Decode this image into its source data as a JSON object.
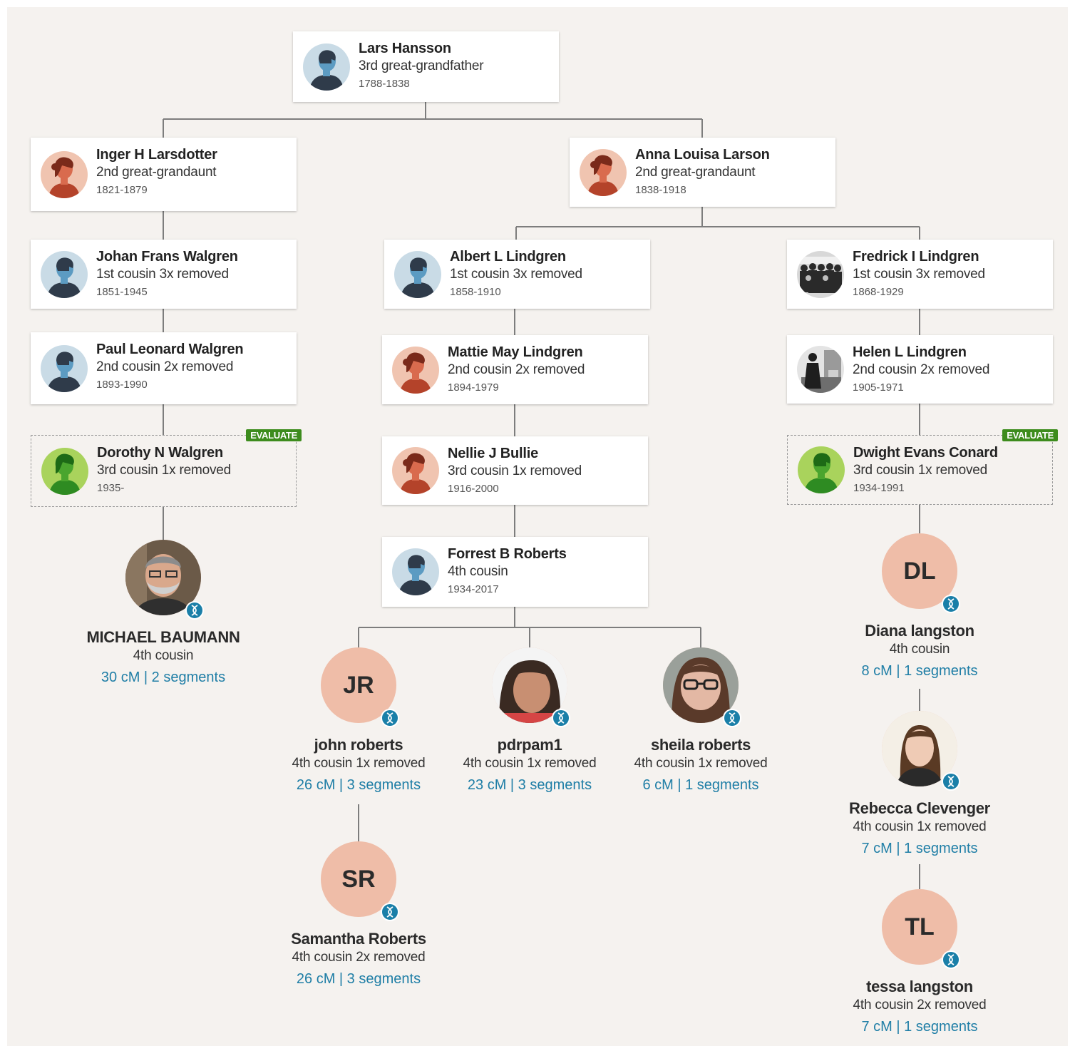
{
  "colors": {
    "background": "#f5f2ef",
    "line": "#7d7d7d",
    "badge": "#3d8c1d",
    "link": "#1f7ea6",
    "initials_circle": "#efbda8",
    "dna_badge": "#1a7fa8"
  },
  "ancestors": [
    {
      "name": "Lars Hansson",
      "relationship": "3rd great-grandfather",
      "years": "1788-1838",
      "avatar_icon": "male-silhouette-icon"
    },
    {
      "name": "Inger H Larsdotter",
      "relationship": "2nd great-grandaunt",
      "years": "1821-1879",
      "avatar_icon": "female-silhouette-icon"
    },
    {
      "name": "Anna Louisa Larson",
      "relationship": "2nd great-grandaunt",
      "years": "1838-1918",
      "avatar_icon": "female-silhouette-icon"
    },
    {
      "name": "Johan Frans Walgren",
      "relationship": "1st cousin 3x removed",
      "years": "1851-1945",
      "avatar_icon": "male-silhouette-icon"
    },
    {
      "name": "Albert L Lindgren",
      "relationship": "1st cousin 3x removed",
      "years": "1858-1910",
      "avatar_icon": "male-silhouette-icon"
    },
    {
      "name": "Fredrick I Lindgren",
      "relationship": "1st cousin 3x removed",
      "years": "1868-1929",
      "avatar_icon": "group-photo-icon"
    },
    {
      "name": "Paul Leonard Walgren",
      "relationship": "2nd cousin 2x removed",
      "years": "1893-1990",
      "avatar_icon": "male-silhouette-icon"
    },
    {
      "name": "Mattie May Lindgren",
      "relationship": "2nd cousin 2x removed",
      "years": "1894-1979",
      "avatar_icon": "female-silhouette-icon"
    },
    {
      "name": "Helen L Lindgren",
      "relationship": "2nd cousin 2x removed",
      "years": "1905-1971",
      "avatar_icon": "bw-photo-icon"
    },
    {
      "name": "Dorothy N Walgren",
      "relationship": "3rd cousin 1x removed",
      "years": "1935-",
      "avatar_icon": "green-silhouette-icon",
      "badge": "EVALUATE"
    },
    {
      "name": "Nellie J Bullie",
      "relationship": "3rd cousin 1x removed",
      "years": "1916-2000",
      "avatar_icon": "female-silhouette-icon"
    },
    {
      "name": "Dwight Evans Conard",
      "relationship": "3rd cousin 1x removed",
      "years": "1934-1991",
      "avatar_icon": "green-silhouette-icon",
      "badge": "EVALUATE"
    },
    {
      "name": "Forrest B Roberts",
      "relationship": "4th cousin",
      "years": "1934-2017",
      "avatar_icon": "male-silhouette-icon"
    }
  ],
  "matches": [
    {
      "name": "MICHAEL BAUMANN",
      "relationship": "4th cousin",
      "shared": "30 cM | 2 segments",
      "initials": "",
      "avatar_icon": "man-photo-icon"
    },
    {
      "name": "john roberts",
      "relationship": "4th cousin 1x removed",
      "shared": "26 cM | 3 segments",
      "initials": "JR"
    },
    {
      "name": "pdrpam1",
      "relationship": "4th cousin 1x removed",
      "shared": "23 cM | 3 segments",
      "initials": "",
      "avatar_icon": "woman-photo-icon"
    },
    {
      "name": "sheila roberts",
      "relationship": "4th cousin 1x removed",
      "shared": "6 cM | 1 segments",
      "initials": "",
      "avatar_icon": "woman-glasses-photo-icon"
    },
    {
      "name": "Diana langston",
      "relationship": "4th cousin",
      "shared": "8 cM | 1 segments",
      "initials": "DL"
    },
    {
      "name": "Rebecca Clevenger",
      "relationship": "4th cousin 1x removed",
      "shared": "7 cM | 1 segments",
      "initials": "",
      "avatar_icon": "woman-photo-icon"
    },
    {
      "name": "Samantha Roberts",
      "relationship": "4th cousin 2x removed",
      "shared": "26 cM | 3 segments",
      "initials": "SR"
    },
    {
      "name": "tessa langston",
      "relationship": "4th cousin 2x removed",
      "shared": "7 cM | 1 segments",
      "initials": "TL"
    }
  ]
}
